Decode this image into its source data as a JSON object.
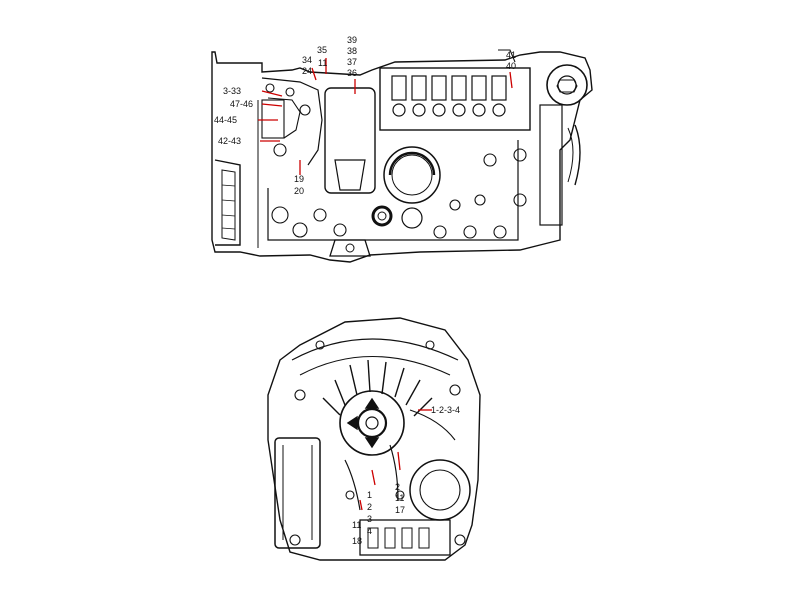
{
  "top_view": {
    "callouts": [
      "39",
      "38",
      "37",
      "36",
      "35",
      "34",
      "11",
      "24",
      "41",
      "40",
      "3-33",
      "47-46",
      "44-45",
      "42-43",
      "19",
      "20"
    ]
  },
  "bottom_view": {
    "callouts": [
      "1-2-3-4",
      "2",
      "11",
      "17",
      "1",
      "2",
      "3",
      "4",
      "11",
      "18"
    ]
  },
  "colors": {
    "line": "#111111",
    "leader": "#cc0000",
    "background": "#ffffff"
  }
}
